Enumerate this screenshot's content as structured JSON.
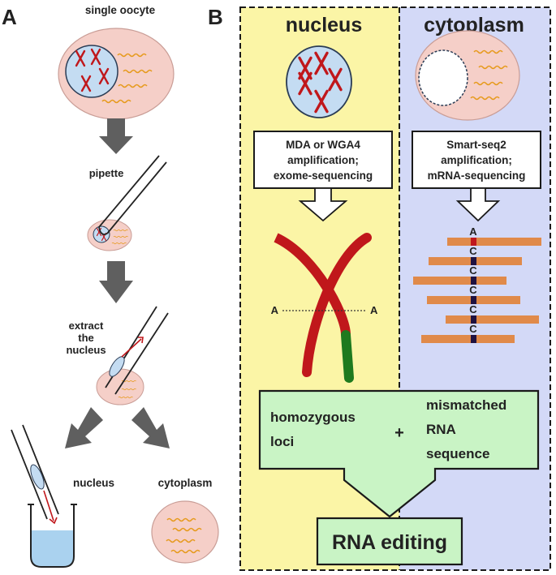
{
  "panel_a": {
    "letter": "A",
    "single_oocyte": "single oocyte",
    "pipette": "pipette",
    "extract": [
      "extract",
      "the",
      "nucleus"
    ],
    "nucleus": "nucleus",
    "cytoplasm": "cytoplasm"
  },
  "panel_b": {
    "letter": "B",
    "nucleus_header": "nucleus",
    "cytoplasm_header": "cytoplasm",
    "nucleus_box": [
      "MDA or WGA4",
      "amplification;",
      "exome-sequencing"
    ],
    "cyto_box": [
      "Smart-seq2",
      "amplification;",
      "mRNA-sequencing"
    ],
    "locus_left": "A",
    "locus_right": "A",
    "reads": [
      "A",
      "C",
      "C",
      "C",
      "C",
      "C"
    ],
    "homozygous": [
      "homozygous",
      "loci"
    ],
    "plus": "+",
    "mismatched": [
      "mismatched",
      "RNA",
      "sequence"
    ],
    "result": "RNA editing"
  },
  "colors": {
    "nucleus_bg": "#fbf5a6",
    "cytoplasm_bg": "#d3d9f7",
    "result_box": "#c9f4c5",
    "oocyte": "#f5cfc8",
    "nucleus_fill": "#c4dcf2",
    "chromosome": "#c0171b",
    "chromatid_tip": "#1e7a1e",
    "read": "#e08a4a",
    "arrow_gray": "#5f5f5f"
  }
}
